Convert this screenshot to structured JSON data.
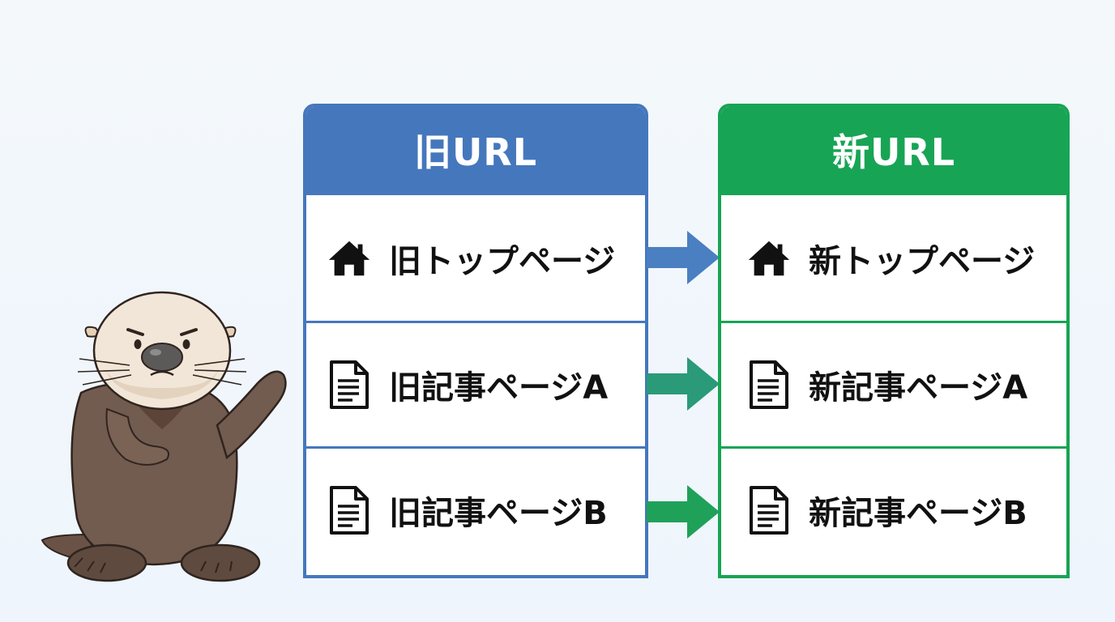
{
  "old_panel": {
    "title": "旧URL",
    "rows": [
      {
        "icon": "home-icon",
        "label": "旧トップページ"
      },
      {
        "icon": "document-icon",
        "label": "旧記事ページA"
      },
      {
        "icon": "document-icon",
        "label": "旧記事ページB"
      }
    ]
  },
  "new_panel": {
    "title": "新URL",
    "rows": [
      {
        "icon": "home-icon",
        "label": "新トップページ"
      },
      {
        "icon": "document-icon",
        "label": "新記事ページA"
      },
      {
        "icon": "document-icon",
        "label": "新記事ページB"
      }
    ]
  },
  "colors": {
    "old_accent": "#4577bd",
    "new_accent": "#18a455",
    "arrow_top": "#4a7fc1",
    "arrow_mid": "#2a9a78",
    "arrow_bottom": "#1fa15a"
  }
}
